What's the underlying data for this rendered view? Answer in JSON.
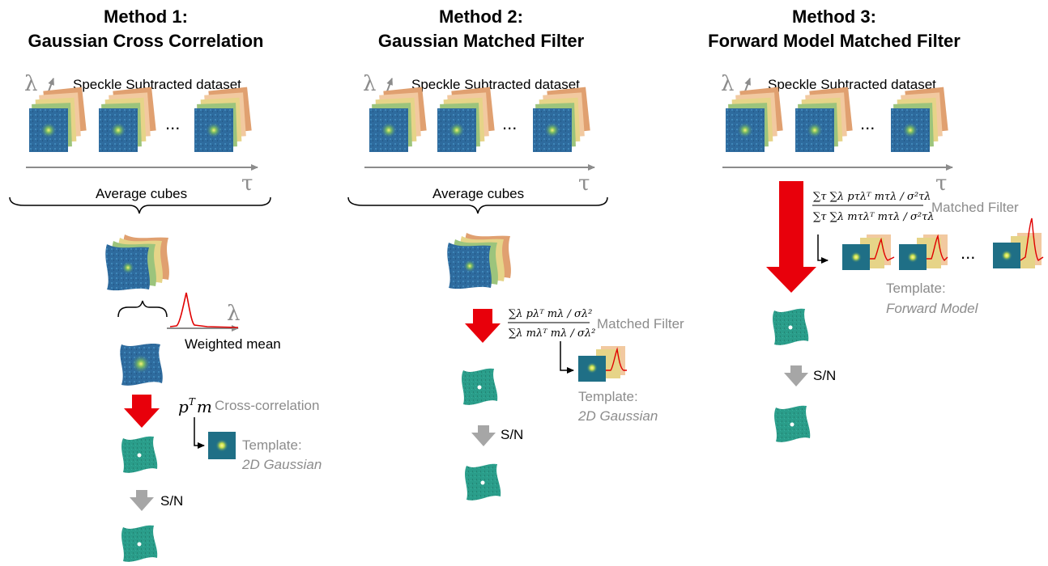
{
  "methods": [
    {
      "title_line1": "Method 1:",
      "title_line2": "Gaussian Cross Correlation",
      "axis_lambda": "λ",
      "axis_tau": "τ",
      "dataset_label": "Speckle Subtracted dataset",
      "ellipsis": "...",
      "brace_label": "Average cubes",
      "weighted_mean_label": "Weighted mean",
      "curve_lambda": "λ",
      "cc_formula_p": "p",
      "cc_formula_T": "T",
      "cc_formula_m": "m",
      "cc_label": "Cross-correlation",
      "template_label": "Template:",
      "template_type": "2D Gaussian",
      "snr_label": "S/N"
    },
    {
      "title_line1": "Method 2:",
      "title_line2": "Gaussian Matched Filter",
      "axis_lambda": "λ",
      "axis_tau": "τ",
      "dataset_label": "Speckle Subtracted dataset",
      "ellipsis": "...",
      "brace_label": "Average cubes",
      "mf_numerator": "∑λ pλᵀ mλ / σλ²",
      "mf_denominator": "∑λ mλᵀ mλ / σλ²",
      "mf_label": "Matched Filter",
      "template_label": "Template:",
      "template_type": "2D Gaussian",
      "snr_label": "S/N"
    },
    {
      "title_line1": "Method 3:",
      "title_line2": "Forward Model Matched Filter",
      "axis_lambda": "λ",
      "axis_tau": "τ",
      "dataset_label": "Speckle Subtracted dataset",
      "ellipsis": "...",
      "mf_numerator": "∑τ ∑λ pτλᵀ mτλ / σ²τλ",
      "mf_denominator": "∑τ ∑λ mτλᵀ mτλ / σ²τλ",
      "mf_label": "Matched Filter",
      "template_ellipsis": "...",
      "template_label": "Template:",
      "template_type": "Forward Model",
      "snr_label": "S/N"
    }
  ],
  "colors": {
    "red_arrow": "#e8000b",
    "gray_arrow": "#a6a6a6",
    "axis": "#8c8c8c",
    "gray_text": "#8c8c8c",
    "layer_orange": "#e0a070",
    "layer_peach": "#f2c9a0",
    "layer_yellow": "#e6d488",
    "layer_green": "#9cc47c",
    "layer_blue": "#2e6b9e",
    "image_teal": "#2a9d8a",
    "template_bg": "#1f6f86",
    "curve": "#e00000"
  }
}
